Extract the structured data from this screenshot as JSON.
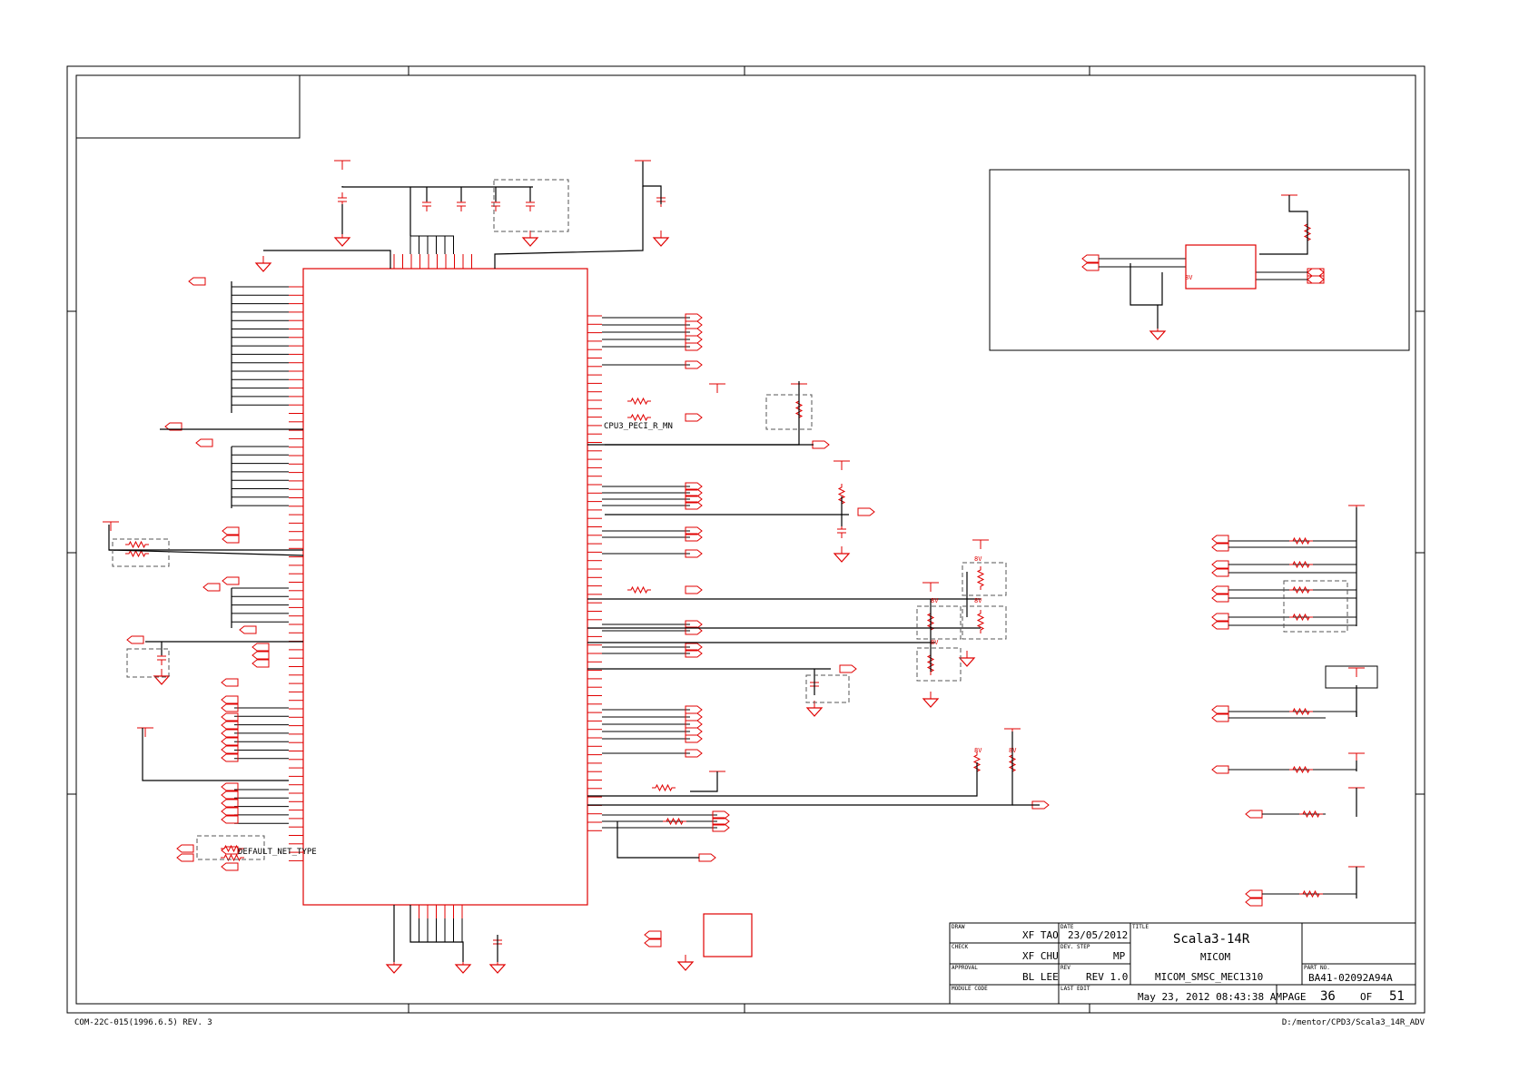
{
  "annotations": {
    "net_label_pec": "CPU3_PECI_R_MN",
    "net_label_default": "DEFAULT_NET_TYPE",
    "resistor_mark": "8V"
  },
  "title_block": {
    "draw_label": "DRAW",
    "draw_value": "XF TAO",
    "check_label": "CHECK",
    "check_value": "XF CHU",
    "approval_label": "APPROVAL",
    "approval_value": "BL LEE",
    "module_code_label": "MODULE CODE",
    "date_label": "DATE",
    "date_value": "23/05/2012",
    "dev_step_label": "DEV. STEP",
    "dev_step_value": "MP",
    "rev_label": "REV",
    "rev_value": "REV 1.0",
    "last_edit_label": "LAST EDIT",
    "last_edit_value": "May 23, 2012 08:43:38 AM",
    "title_label": "TITLE",
    "title_line1": "Scala3-14R",
    "title_line2": "MICOM",
    "title_line3": "MICOM_SMSC_MEC1310",
    "part_no_label": "PART NO.",
    "part_no_value": "BA41-02092A94A",
    "page_label": "PAGE",
    "page_value": "36",
    "of_label": "OF",
    "of_value": "51"
  },
  "footer": {
    "left": "COM-22C-015(1996.6.5) REV. 3",
    "right": "D:/mentor/CPD3/Scala3_14R_ADV"
  },
  "colors": {
    "wire": "#000000",
    "component": "#e00000"
  }
}
